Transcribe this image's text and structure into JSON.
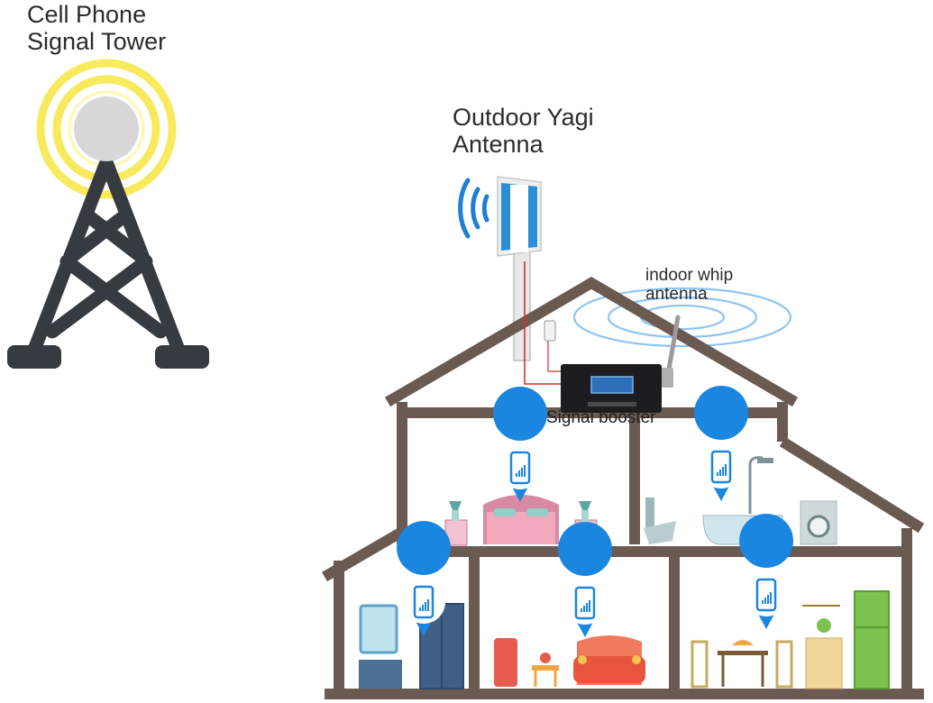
{
  "labels": {
    "tower": [
      "Cell Phone",
      "Signal Tower"
    ],
    "yagi": [
      "Outdoor Yagi",
      "Antenna"
    ],
    "whip": [
      "indoor whip",
      "antenna"
    ],
    "booster": "Signal booster"
  },
  "colors": {
    "house_wall": "#6b5a52",
    "tower_frame": "#363b42",
    "tower_signal": "#f6e84a",
    "wave_blue": "#1e7fd6",
    "cable_red": "#d92e2e",
    "pin_blue": "#1a86e0"
  },
  "rooms": [
    "bedroom",
    "bathroom",
    "bedroom",
    "living-room",
    "kitchen"
  ]
}
